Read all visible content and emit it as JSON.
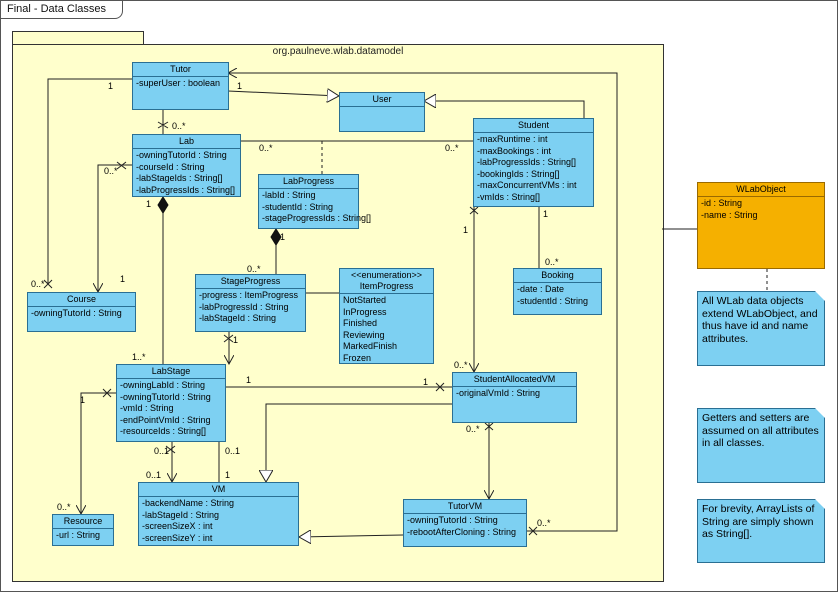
{
  "frame": {
    "title": "Final - Data Classes"
  },
  "package": {
    "name": "org.paulneve.wlab.datamodel"
  },
  "classes": {
    "tutor": {
      "name": "Tutor",
      "attributes": [
        "-superUser : boolean"
      ]
    },
    "user": {
      "name": "User",
      "attributes": []
    },
    "student": {
      "name": "Student",
      "attributes": [
        "-maxRuntime : int",
        "-maxBookings : int",
        "-labProgressIds : String[]",
        "-bookingIds : String[]",
        "-maxConcurrentVMs : int",
        "-vmIds : String[]"
      ]
    },
    "lab": {
      "name": "Lab",
      "attributes": [
        "-owningTutorId : String",
        "-courseId : String",
        "-labStageIds : String[]",
        "-labProgressIds : String[]"
      ]
    },
    "labProgress": {
      "name": "LabProgress",
      "attributes": [
        "-labId : String",
        "-studentId : String",
        "-stageProgressIds : String[]"
      ]
    },
    "course": {
      "name": "Course",
      "attributes": [
        "-owningTutorId : String"
      ]
    },
    "booking": {
      "name": "Booking",
      "attributes": [
        "-date : Date",
        "-studentId : String"
      ]
    },
    "stageProgress": {
      "name": "StageProgress",
      "attributes": [
        "-progress : ItemProgress",
        "-labProgressId : String",
        "-labStageId : String"
      ]
    },
    "itemProgress": {
      "stereotype": "<<enumeration>>",
      "name": "ItemProgress",
      "attributes": [
        "NotStarted",
        "InProgress",
        "Finished",
        "Reviewing",
        "MarkedFinish",
        "Frozen"
      ]
    },
    "labStage": {
      "name": "LabStage",
      "attributes": [
        "-owningLabId : String",
        "-owningTutorId : String",
        "-vmId : String",
        "-endPointVmId : String",
        "-resourceIds : String[]"
      ]
    },
    "studentAllocatedVM": {
      "name": "StudentAllocatedVM",
      "attributes": [
        "-originalVmId : String"
      ]
    },
    "resource": {
      "name": "Resource",
      "attributes": [
        "-url : String"
      ]
    },
    "vm": {
      "name": "VM",
      "attributes": [
        "-backendName : String",
        "-labStageId : String",
        "-screenSizeX : int",
        "-screenSizeY : int"
      ]
    },
    "tutorVM": {
      "name": "TutorVM",
      "attributes": [
        "-owningTutorId : String",
        "-rebootAfterCloning : String"
      ]
    },
    "wlabObject": {
      "name": "WLabObject",
      "attributes": [
        "-id : String",
        "-name : String"
      ]
    }
  },
  "multiplicities": {
    "tutor_user": "1",
    "tutor_course": "1",
    "lab_tutor": "0..*",
    "lab_student": "0..*",
    "student_lab": "0..*",
    "course_lab": "0..*",
    "lab_course": "1",
    "course_tutor": "0..*",
    "lab_labstage": "1",
    "labstage_lab": "1..*",
    "student_booking": "1",
    "booking_student": "0..*",
    "student_sav": "1",
    "sav_student": "0..*",
    "labprogress_stage": "1",
    "stage_labprogress": "0..*",
    "stage_labstage": "1",
    "labstage_sav": "1",
    "sav_labstage": "1",
    "labstage_resource": "1",
    "resource_labstage": "0..*",
    "labstage_vm_a": "0..1",
    "labstage_vm_b": "0..1",
    "vm_labstage_a": "0..1",
    "vm_labstage_b": "1",
    "sav_tutorvm": "0..*",
    "tutorvm_tutor": "0..*"
  },
  "notes": {
    "inheritance": "All WLab data objects extend WLabObject, and thus have id and name attributes.",
    "accessors": "Getters and setters are assumed on all attributes in all classes.",
    "arrays": "For brevity, ArrayLists of String are simply shown as String[]."
  }
}
